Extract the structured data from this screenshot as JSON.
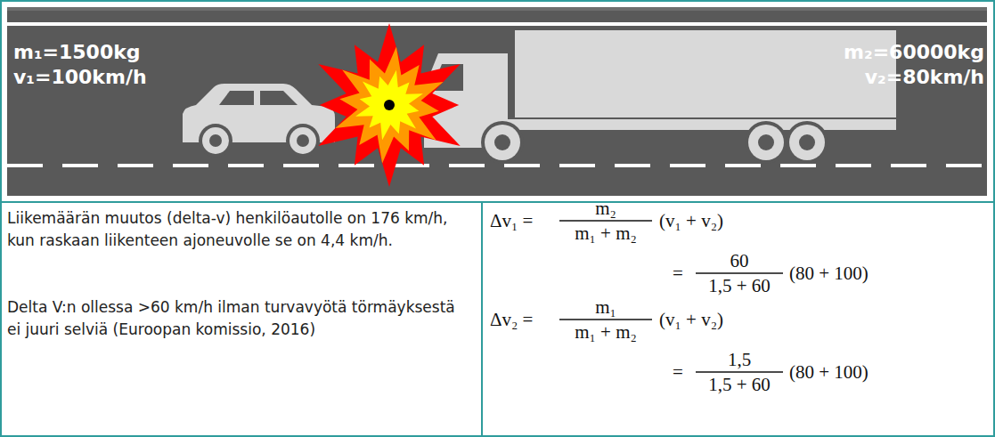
{
  "diagram": {
    "labels": [
      "m₁=1500kg",
      "v₁=100km/h",
      "m₂=60000kg",
      "v₂=80km/h",
      "Liikemäärän muutos (delta-v) henkilöautolle on 176 km/h, kun raskaan liikenteen ajoneuvolle se on 4,4 km/h.",
      "Delta V:n ollessa >60 km/h ilman turvavyötä törmäyksestä ei juuri selviä (Euroopan komissio, 2016)",
      "Δv₁ =",
      "m₂",
      "m₁ + m₂",
      "(v₁ + v₂)",
      "=",
      "60",
      "1,5 + 60",
      "(80 + 100)",
      "Δv₂ =",
      "m₁",
      "m₁ + m₂",
      "(v₁ + v₂)",
      "=",
      "1,5",
      "1,5 + 60",
      "(80 + 100)"
    ]
  }
}
